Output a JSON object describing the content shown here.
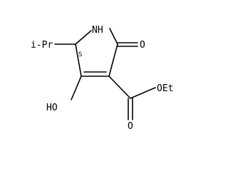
{
  "molecule": {
    "atom_labels": {
      "nh": "NH",
      "ipr": "i-Pr",
      "ring_o": "O",
      "stereo": "S",
      "ho": "HO",
      "oet": "OEt",
      "ester_o": "O"
    }
  }
}
